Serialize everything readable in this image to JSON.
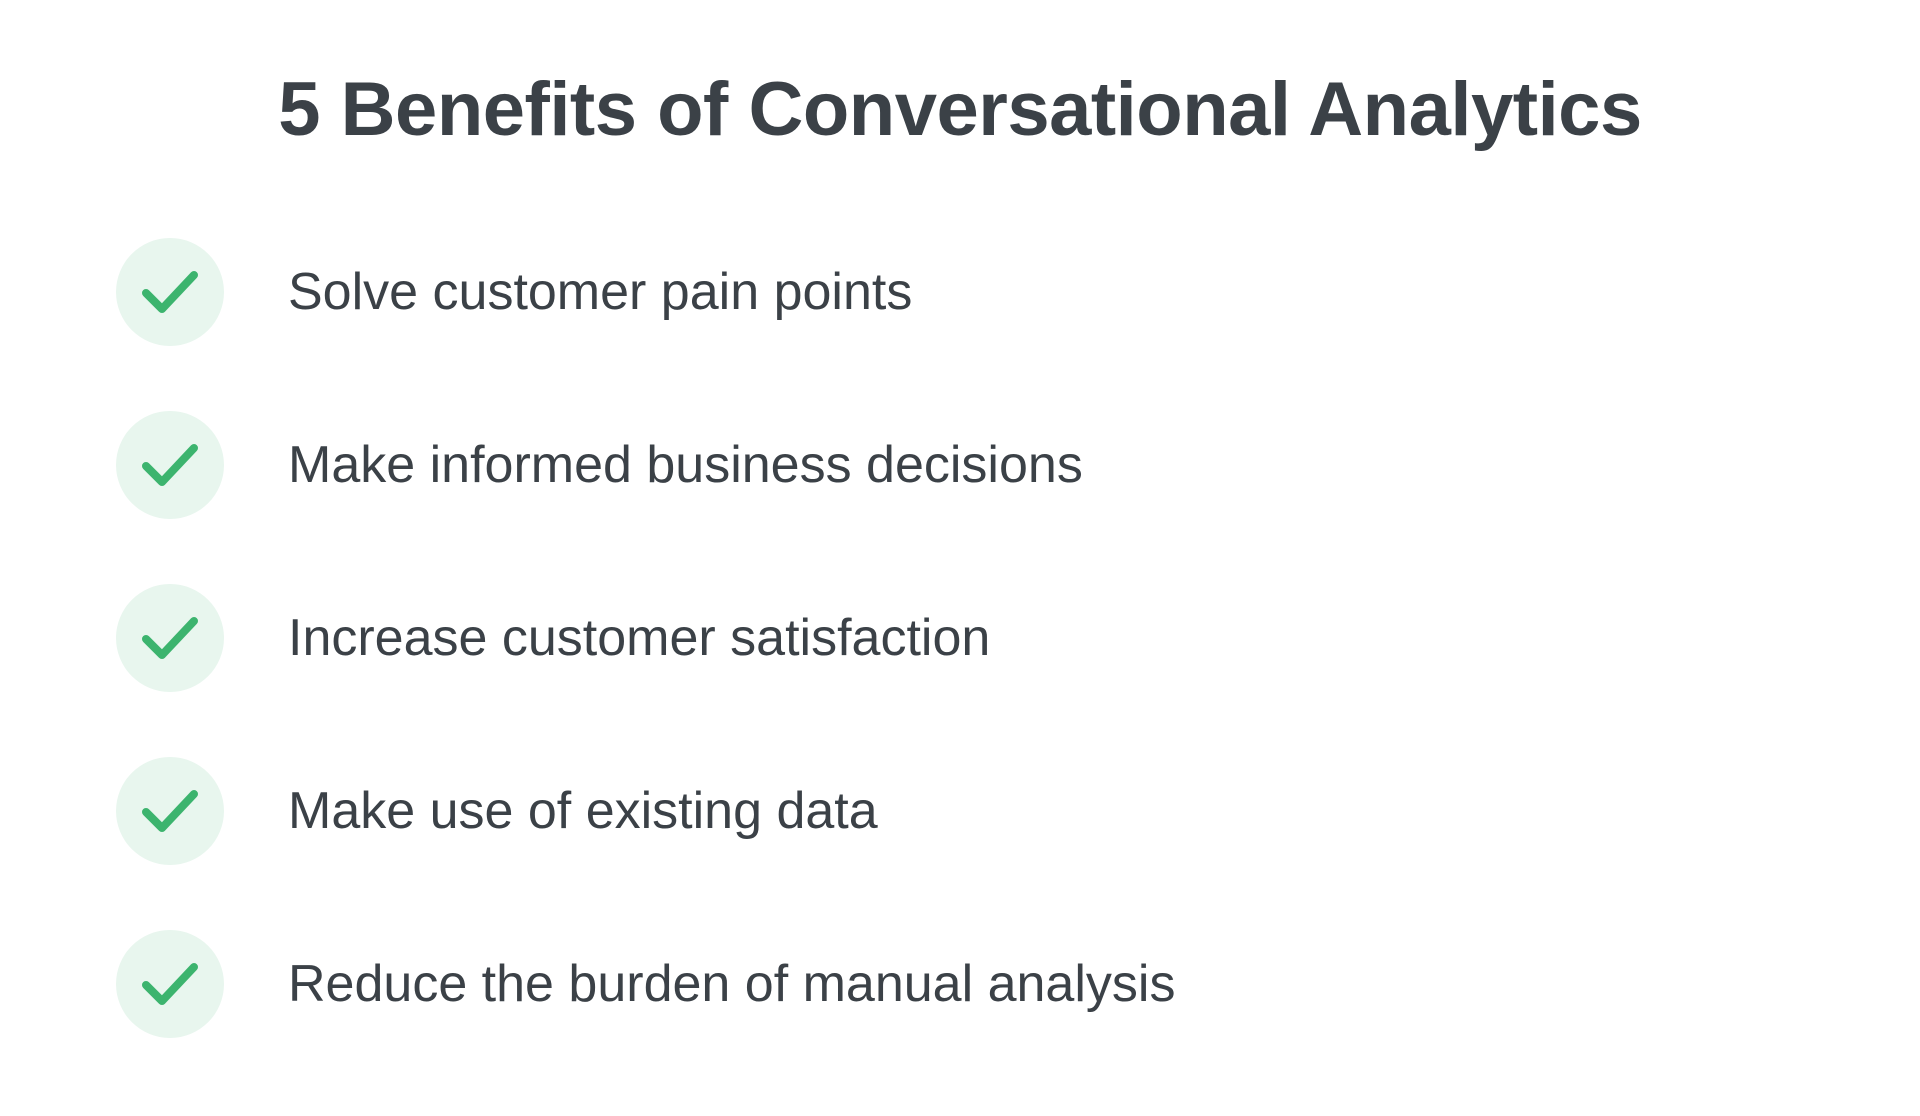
{
  "page": {
    "background_color": "#ffffff",
    "title": "5 Benefits of Conversational Analytics",
    "title_color": "#3b4147",
    "text_color": "#3b4147",
    "check_green": "#3cb46e",
    "check_circle_bg": "#e8f6ee",
    "items": [
      {
        "icon": "check-icon",
        "label": "Solve customer pain points"
      },
      {
        "icon": "check-icon",
        "label": "Make informed business decisions"
      },
      {
        "icon": "check-icon",
        "label": "Increase customer satisfaction"
      },
      {
        "icon": "check-icon",
        "label": "Make use of existing data"
      },
      {
        "icon": "check-icon",
        "label": "Reduce the burden of manual analysis"
      }
    ]
  }
}
